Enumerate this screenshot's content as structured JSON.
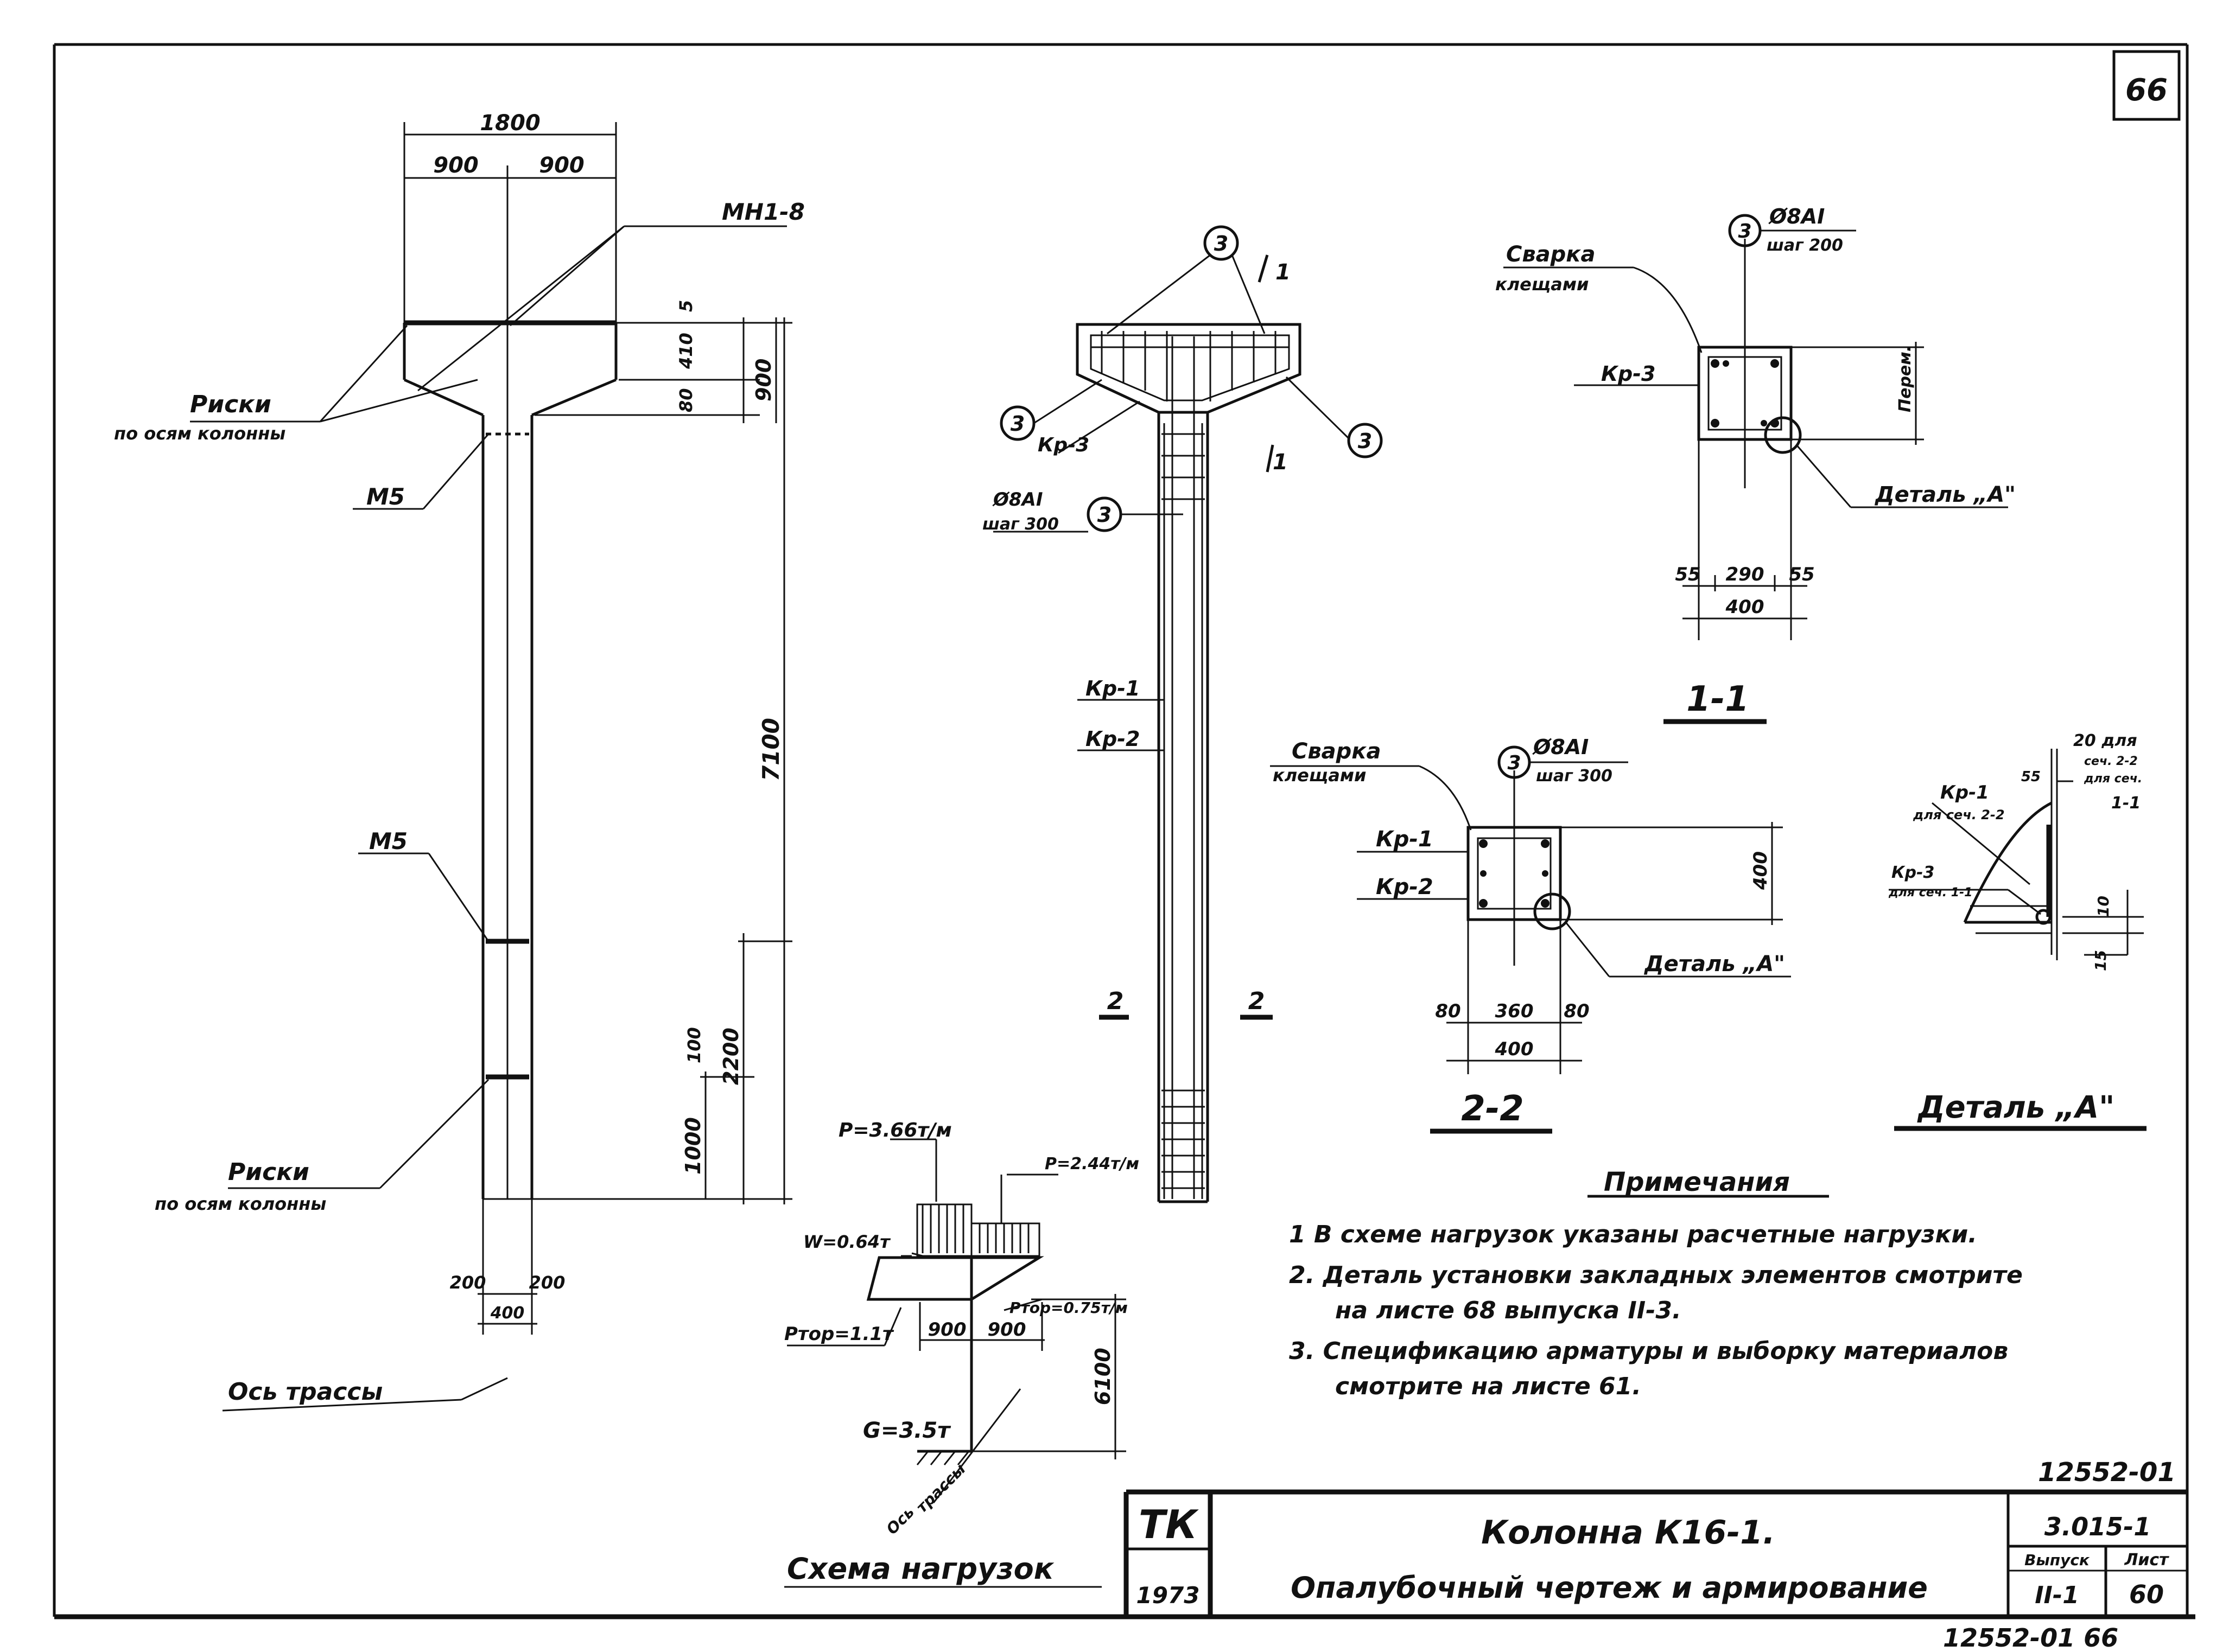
{
  "page_number": "66",
  "column_elevation": {
    "dim_total_width": "1800",
    "dim_half_left": "900",
    "dim_half_right": "900",
    "label_mn": "МН1-8",
    "label_riski_top_1": "Риски",
    "label_riski_top_2": "по осям колонны",
    "label_m5_top": "М5",
    "label_m5_mid": "М5",
    "dim_5": "5",
    "dim_410": "410",
    "dim_80": "80",
    "dim_900_head": "900",
    "dim_7100": "7100",
    "dim_2200": "2200",
    "dim_100": "100",
    "dim_1000": "1000",
    "label_riski_bot_1": "Риски",
    "label_riski_bot_2": "по осям колонны",
    "dim_200_left": "200",
    "dim_200_right": "200",
    "dim_400": "400",
    "label_axis": "Ось трассы"
  },
  "reinforcement": {
    "mark_3": "3",
    "mark_section": "1",
    "label_kr3": "Кр-3",
    "label_rebar_1": "Ø8АI",
    "label_rebar_2": "шаг 300",
    "label_kr1": "Кр-1",
    "label_kr2": "Кр-2",
    "section_2": "2"
  },
  "section_1_1": {
    "label_weld_1": "Сварка",
    "label_weld_2": "клещами",
    "label_rebar_1": "Ø8АI",
    "label_rebar_2": "шаг 200",
    "label_kr3": "Кр-3",
    "label_dim_side": "Перем.",
    "label_detail": "Деталь „А\"",
    "dim_55_left": "55",
    "dim_290": "290",
    "dim_55_right": "55",
    "dim_400": "400",
    "title": "1-1"
  },
  "section_2_2": {
    "label_weld_1": "Сварка",
    "label_weld_2": "клещами",
    "label_rebar_1": "Ø8АI",
    "label_rebar_2": "шаг 300",
    "label_kr1": "Кр-1",
    "label_kr2": "Кр-2",
    "dim_400_side": "400",
    "label_detail": "Деталь „А\"",
    "dim_80_left": "80",
    "dim_360": "360",
    "dim_80_right": "80",
    "dim_400": "400",
    "title": "2-2"
  },
  "detail_a": {
    "label_kr1_1": "Кр-1",
    "label_kr1_2": "для сеч. 2-2",
    "label_20_1": "20 для",
    "label_20_2": "сеч. 2-2",
    "label_20_3": "для сеч.",
    "label_20_4": "1-1",
    "label_kr3_1": "Кр-3",
    "label_kr3_2": "для сеч. 1-1",
    "dim_55": "55",
    "dim_10": "10",
    "dim_15": "15",
    "title": "Деталь „А\""
  },
  "load_scheme": {
    "label_p1": "P=3.66т/м",
    "label_p2": "P=2.44т/м",
    "label_w": "W=0.64т",
    "label_ptop1": "Pтор=1.1т",
    "label_ptop2": "Pтор=0.75т/м",
    "dim_900_left": "900",
    "dim_900_right": "900",
    "dim_6100": "6100",
    "label_g": "G=3.5т",
    "label_axis_1": "Ось",
    "label_axis_2": "трассы",
    "title": "Схема нагрузок"
  },
  "notes": {
    "title": "Примечания",
    "note_1": "1  В схеме нагрузок указаны расчетные нагрузки.",
    "note_2a": "2. Деталь установки закладных элементов смотрите",
    "note_2b": "на листе 68 выпуска II-3.",
    "note_3a": "3. Спецификацию арматуры и выборку материалов",
    "note_3b": "смотрите на листе 61."
  },
  "title_block": {
    "doc_number": "12552-01",
    "series": "3.015-1",
    "logo": "ТК",
    "year": "1973",
    "title_line_1": "Колонна К16-1.",
    "title_line_2": "Опалубочный чертеж и армирование",
    "issue_label": "Выпуск",
    "issue_value": "II-1",
    "sheet_label": "Лист",
    "sheet_value": "60"
  },
  "footer_stamp": "12552-01   66"
}
